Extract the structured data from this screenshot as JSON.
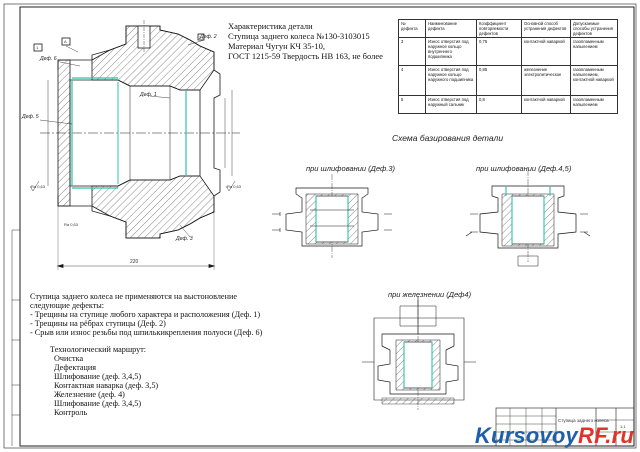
{
  "characteristics": {
    "title": "Характеристика детали",
    "line1": "Ступица заднего колеса №130-3103015",
    "line2": " Материал Чугун КЧ 35-10,",
    "line3": "ГОСТ 1215-59 Твердость НВ 163, не более"
  },
  "defects_table": {
    "headers": [
      "№ дефекта",
      "Наименование дефекта",
      "Коэффициент повторяемости дефектов",
      "Основной способ устранения дефектов",
      "Допускаемые способы устранения дефектов"
    ],
    "rows": [
      [
        "3",
        "Износ отверстия под наружное кольцо внутреннего подшипника",
        "0,75",
        "контактной наваркой",
        "газопламенным напылением"
      ],
      [
        "4",
        "Износ отверстия под наружное кольцо наружного подшипника",
        "0,85",
        "железнение электролитическое",
        "газопламенным напылением, контактной наваркой"
      ],
      [
        "5",
        "Износ отверстия под наружный сальник",
        "0,8",
        "контактной наваркой",
        "газопламенным напылением"
      ]
    ]
  },
  "scheme": {
    "title": "Схема базирования детали",
    "grinding_3": "при шлифовании (Деф.3)",
    "grinding_45": "при шлифовании (Деф.4,5)",
    "ironing": "при железнении (Деф4)"
  },
  "drawing_labels": {
    "def1": "Деф. 1",
    "def2": "Деф. 2",
    "def3": "Деф. 3",
    "def5": "Деф. 5",
    "def6": "Деф. 6",
    "dim_220": "220",
    "ra1": "Ra 0,63",
    "ra2": "Ra 0,63",
    "ra3": "Ra 0,63",
    "box1": "1",
    "box2": "2",
    "boxA": "А"
  },
  "notes": {
    "l1": "Ступица заднего колеса не применяются на выстоновление",
    "l2": "следующие дефекты:",
    "l3": "- Трещины на ступице любого характера и расположения (Деф. 1)",
    "l4": "- Трещины на рёбрах ступицы (Деф. 2)",
    "l5": "- Срыв или износ резьбы под шпилькикрепления полуоси (Деф. 6)"
  },
  "route": {
    "title": "Технологический маршрут:",
    "steps": [
      "Очистка",
      "Дефектация",
      "Шлифование (деф. 3,4,5)",
      "Контактная наварка (деф. 3,5)",
      "Железнение (деф. 4)",
      "Шлифование (деф. 3,4,5)",
      "Контроль"
    ]
  },
  "stamp": {
    "name": "Ступица заднего колеса",
    "sheet": "1:1"
  },
  "watermark": {
    "main": "Kursovoy",
    "accent": "RF.ru"
  },
  "colors": {
    "line": "#1a1a1a",
    "hatch": "#555555",
    "highlight": "#2fc0a8",
    "wm_blue": "#1e5fa8",
    "wm_red": "#e0332a"
  }
}
